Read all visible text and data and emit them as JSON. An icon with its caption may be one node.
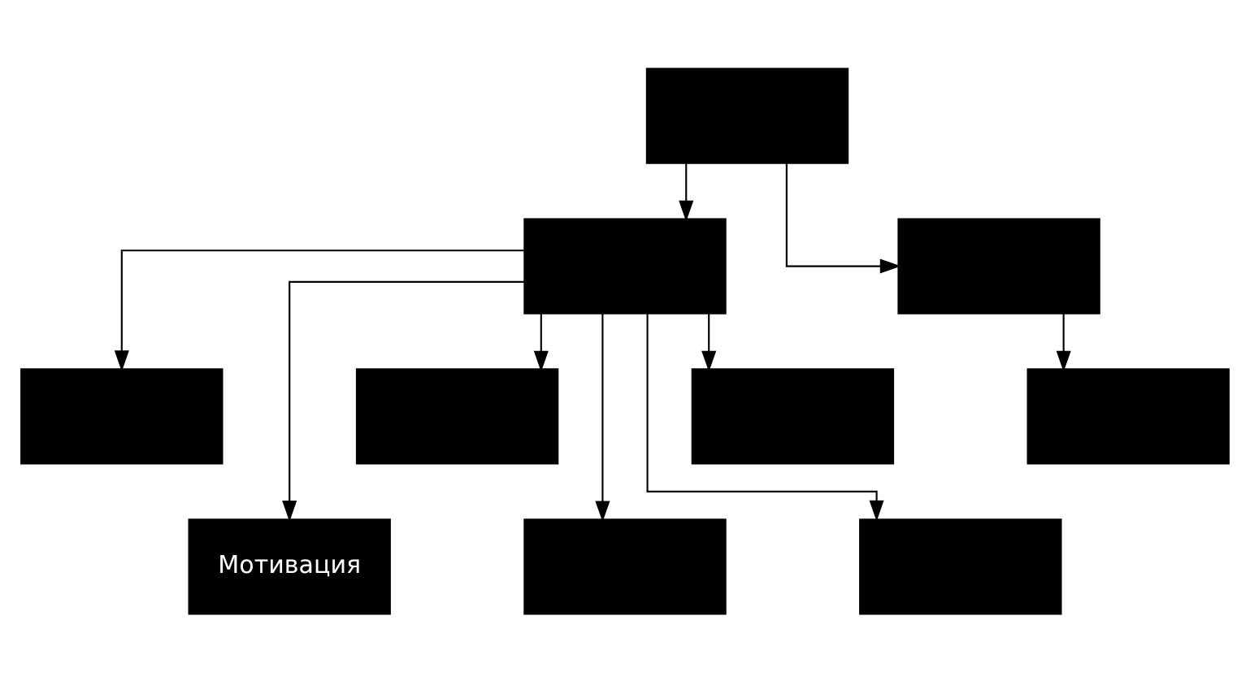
{
  "diagram": {
    "nodes": [
      {
        "text": [],
        "shape": "box"
      },
      {
        "text": [],
        "shape": "box"
      },
      {
        "text": [],
        "shape": "box"
      },
      {
        "text": [],
        "shape": "box"
      },
      {
        "text": [
          "Мотивация"
        ]
      },
      {
        "text": [],
        "shape": "box"
      },
      {
        "text": [],
        "shape": "box"
      },
      {
        "text": [],
        "shape": "box"
      },
      {
        "text": [],
        "shape": "box"
      },
      {
        "text": [],
        "shape": "box"
      }
    ],
    "edges": [
      {
        "from": 0,
        "to": 1,
        "arrow": "to"
      },
      {
        "from": 0,
        "to": 2,
        "arrow": "to"
      },
      {
        "from": 1,
        "to": 3,
        "arrow": "to"
      },
      {
        "from": 1,
        "to": 4,
        "arrow": "to"
      },
      {
        "from": 1,
        "to": 5,
        "arrow": "to"
      },
      {
        "from": 1,
        "to": 6,
        "arrow": "to"
      },
      {
        "from": 1,
        "to": 7,
        "arrow": "to"
      },
      {
        "from": 1,
        "to": 8,
        "arrow": "to"
      },
      {
        "from": 2,
        "to": 9,
        "arrow": "to"
      }
    ]
  }
}
